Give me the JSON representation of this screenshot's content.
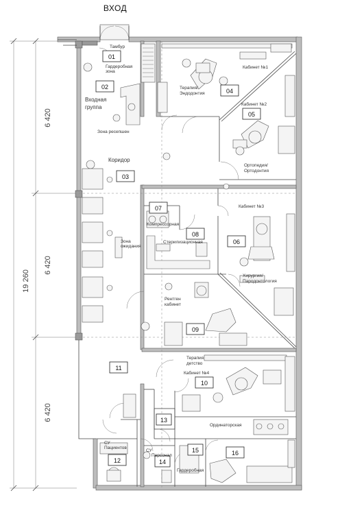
{
  "entrance_label": "ВХОД",
  "dimensions": {
    "total": "19 260",
    "segment_top": "6 420",
    "segment_middle": "6 420",
    "segment_bottom": "6 420"
  },
  "rooms": {
    "01": {
      "number": "01",
      "label": "Тамбур"
    },
    "02": {
      "number": "02",
      "label_line1": "Входная",
      "label_line2": "группа"
    },
    "03": {
      "number": "03",
      "label": "Коридор"
    },
    "04": {
      "number": "04",
      "label_line1": "Терапия/",
      "label_line2": "Эндодонтия"
    },
    "05": {
      "number": "05",
      "label": "Кабинет №2",
      "label2_line1": "Ортопедия/",
      "label2_line2": "Ортодонтия"
    },
    "06": {
      "number": "06",
      "label": "Кабинет №3",
      "label2_line1": "Хирургия/",
      "label2_line2": "Пародонтология"
    },
    "07": {
      "number": "07",
      "label": "Компрессорная"
    },
    "08": {
      "number": "08",
      "label": "Стерилизационная"
    },
    "09": {
      "number": "09",
      "label_line1": "Рентген",
      "label_line2": "кабинет"
    },
    "10": {
      "number": "10",
      "label": "Кабинет №4",
      "label2_line1": "Терапия",
      "label2_line2": "детство"
    },
    "11": {
      "number": "11"
    },
    "12": {
      "number": "12",
      "label_line1": "СУ",
      "label_line2": "Пациентов"
    },
    "13": {
      "number": "13"
    },
    "14": {
      "number": "14",
      "label_line1": "СУ",
      "label_line2": "Персонал"
    },
    "15": {
      "number": "15",
      "label": "Гардеробная"
    },
    "16": {
      "number": "16",
      "label": "Ординаторская"
    }
  },
  "zones": {
    "cabinet1": "Кабинет №1",
    "wardrobe_zone_line1": "Гардеробная",
    "wardrobe_zone_line2": "зона",
    "reception_zone": "Зона ресепшен",
    "waiting_zone_line1": "Зона",
    "waiting_zone_line2": "ожидания"
  }
}
